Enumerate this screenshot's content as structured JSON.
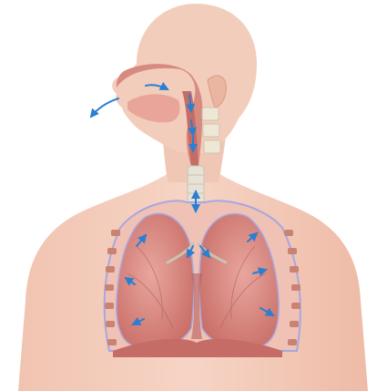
{
  "figure": {
    "subject": "respiratory-system",
    "colors": {
      "background": "#ffffff",
      "skin": "#f3cdbb",
      "skin_shadow": "#e8b19c",
      "lung": "#d9827a",
      "lung_light": "#e8a69e",
      "lung_dark": "#b85f5a",
      "membrane": "#a7a7e0",
      "trachea": "#e6e2d6",
      "rib": "#c98373",
      "airflow_arrow": "#2b7fd1",
      "nasal_cavity": "#d78a80"
    },
    "parts": [
      {
        "id": "head",
        "icon": "head-silhouette"
      },
      {
        "id": "nasal-cavity",
        "icon": "nasal-cavity"
      },
      {
        "id": "pharynx",
        "icon": "pharynx"
      },
      {
        "id": "trachea",
        "icon": "trachea"
      },
      {
        "id": "left-lung",
        "icon": "lung"
      },
      {
        "id": "right-lung",
        "icon": "lung"
      },
      {
        "id": "diaphragm",
        "icon": "diaphragm"
      },
      {
        "id": "ribs",
        "icon": "ribs"
      }
    ],
    "airflow_arrow_count": 14
  }
}
